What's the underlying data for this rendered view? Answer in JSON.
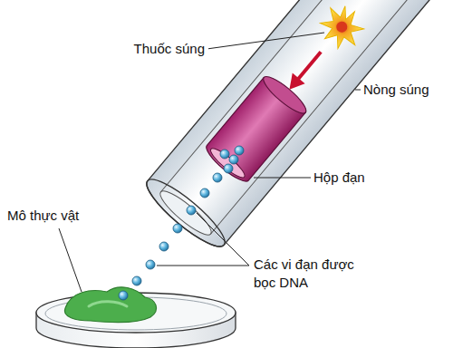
{
  "diagram": {
    "labels": [
      "Thuốc súng",
      "Nòng súng",
      "Hộp đạn",
      "Mô thực vật",
      "Các vi đạn được bọc DNA"
    ]
  }
}
